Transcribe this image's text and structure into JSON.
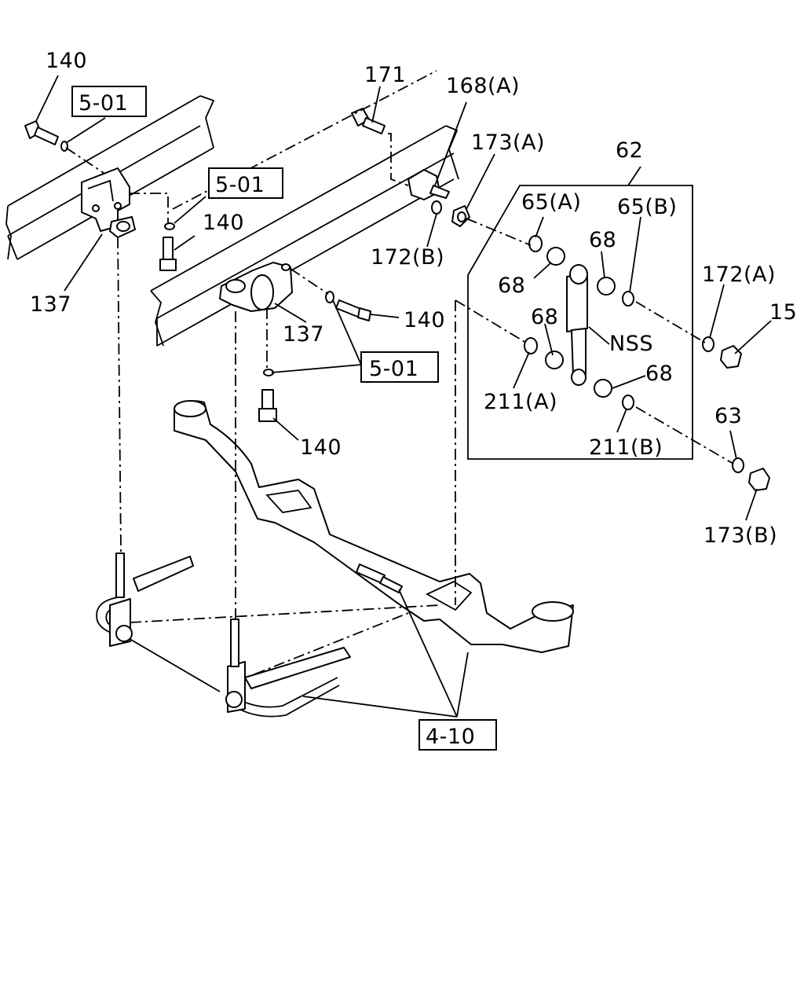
{
  "labels": {
    "l140a": "140",
    "l501a": "5-01",
    "l501b": "5-01",
    "l140b": "140",
    "l137a": "137",
    "l171": "171",
    "l168a": "168(A)",
    "l173a": "173(A)",
    "l62": "62",
    "l65a": "65(A)",
    "l65b": "65(B)",
    "l172b": "172(B)",
    "l68a": "68",
    "l68b": "68",
    "l172a": "172(A)",
    "l15": "15",
    "l137b": "137",
    "l140c": "140",
    "l68c": "68",
    "lnss": "NSS",
    "l501c": "5-01",
    "l211a": "211(A)",
    "l68d": "68",
    "l63": "63",
    "l140d": "140",
    "l211b": "211(B)",
    "l173b": "173(B)",
    "l410": "4-10"
  }
}
